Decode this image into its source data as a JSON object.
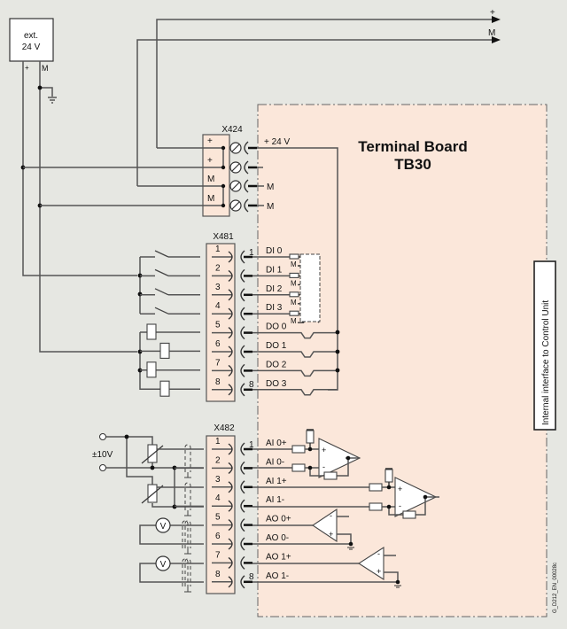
{
  "diagram": {
    "title_line1": "Terminal Board",
    "title_line2": "TB30",
    "doc_id": "G_D212_EN_00028c",
    "side_interface": "Internal interface to Control Unit",
    "power_supply": {
      "line1": "ext.",
      "line2": "24 V",
      "plus": "+",
      "minus": "M"
    },
    "bus_out": {
      "plus": "+",
      "minus": "M"
    },
    "colors": {
      "board_fill": "#fbe7da",
      "background": "#e6e7e2",
      "wire": "#555555"
    },
    "x424": {
      "name": "X424",
      "pins": [
        "+",
        "+",
        "M",
        "M"
      ],
      "signals": [
        "+ 24 V",
        "",
        "M",
        "M"
      ]
    },
    "x481": {
      "name": "X481",
      "first_pin": "1",
      "last_pin": "8",
      "pins": [
        "1",
        "2",
        "3",
        "4",
        "5",
        "6",
        "7",
        "8"
      ],
      "signals": [
        "DI 0",
        "DI 1",
        "DI 2",
        "DI 3",
        "DO 0",
        "DO 1",
        "DO 2",
        "DO 3"
      ],
      "opto_ref": "M"
    },
    "x482": {
      "name": "X482",
      "first_pin": "1",
      "last_pin": "8",
      "pins": [
        "1",
        "2",
        "3",
        "4",
        "5",
        "6",
        "7",
        "8"
      ],
      "signals": [
        "AI 0+",
        "AI 0-",
        "AI 1+",
        "AI 1-",
        "AO 0+",
        "AO 0-",
        "AO 1+",
        "AO 1-"
      ],
      "voltage_label": "±10V",
      "meter": "V"
    },
    "opamp_signs": {
      "plus": "+",
      "minus": "-"
    }
  }
}
